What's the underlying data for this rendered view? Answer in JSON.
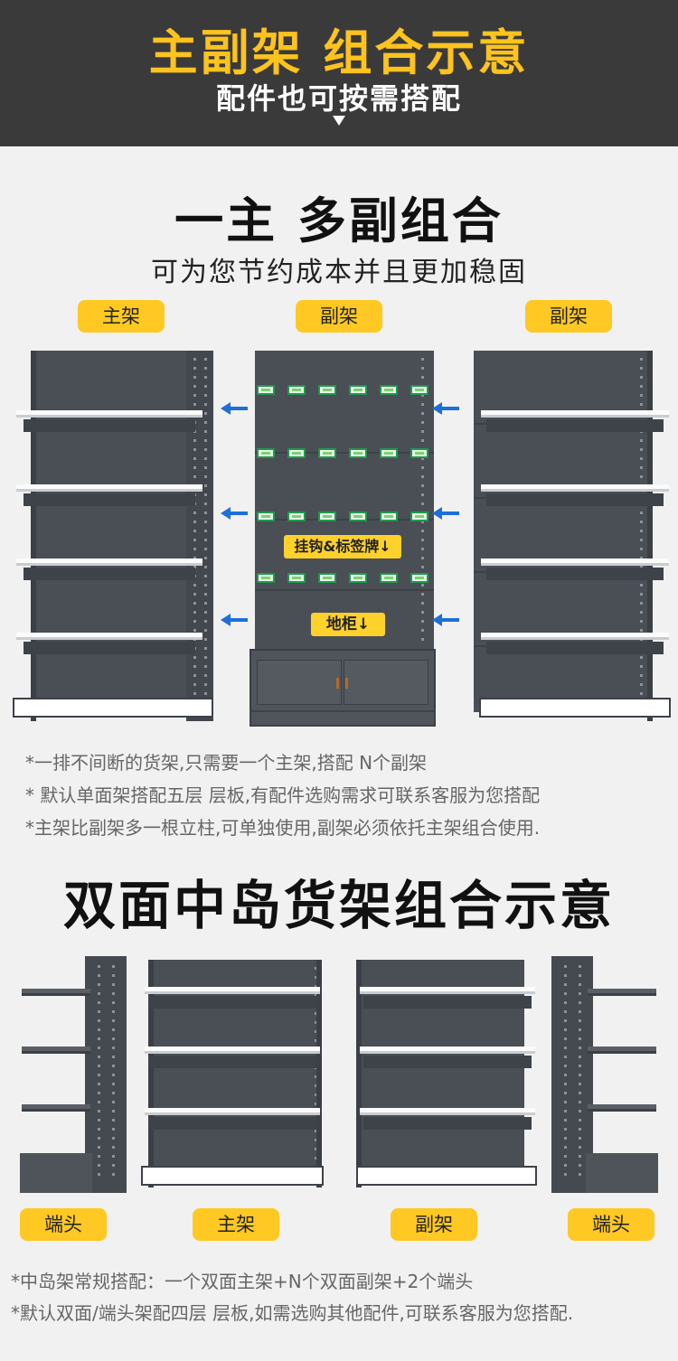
{
  "header": {
    "title": "主副架 组合示意",
    "subtitle": "配件也可按需搭配"
  },
  "section1": {
    "title": "一主 多副组合",
    "subtitle": "可为您节约成本并且更加稳固",
    "tags": [
      "主架",
      "副架",
      "副架"
    ],
    "callouts": [
      "挂钩&标签牌↓",
      "地柜↓"
    ],
    "notes": [
      "*一排不间断的货架,只需要一个主架,搭配 N个副架",
      "* 默认单面架搭配五层 层板,有配件选购需求可联系客服为您搭配",
      "*主架比副架多一根立柱,可单独使用,副架必须依托主架组合使用."
    ]
  },
  "section2": {
    "title": "双面中岛货架组合示意",
    "tags": [
      "端头",
      "主架",
      "副架",
      "端头"
    ],
    "notes": [
      "*中岛架常规搭配：一个双面主架+N个双面副架+2个端头",
      "*默认双面/端头架配四层 层板,如需选购其他配件,可联系客服为您搭配."
    ]
  },
  "colors": {
    "header_bg": "#3a3a3a",
    "accent_yellow": "#ffc31d",
    "shelf_gray": "#4a4e55",
    "arrow_blue": "#1e6fd9"
  }
}
